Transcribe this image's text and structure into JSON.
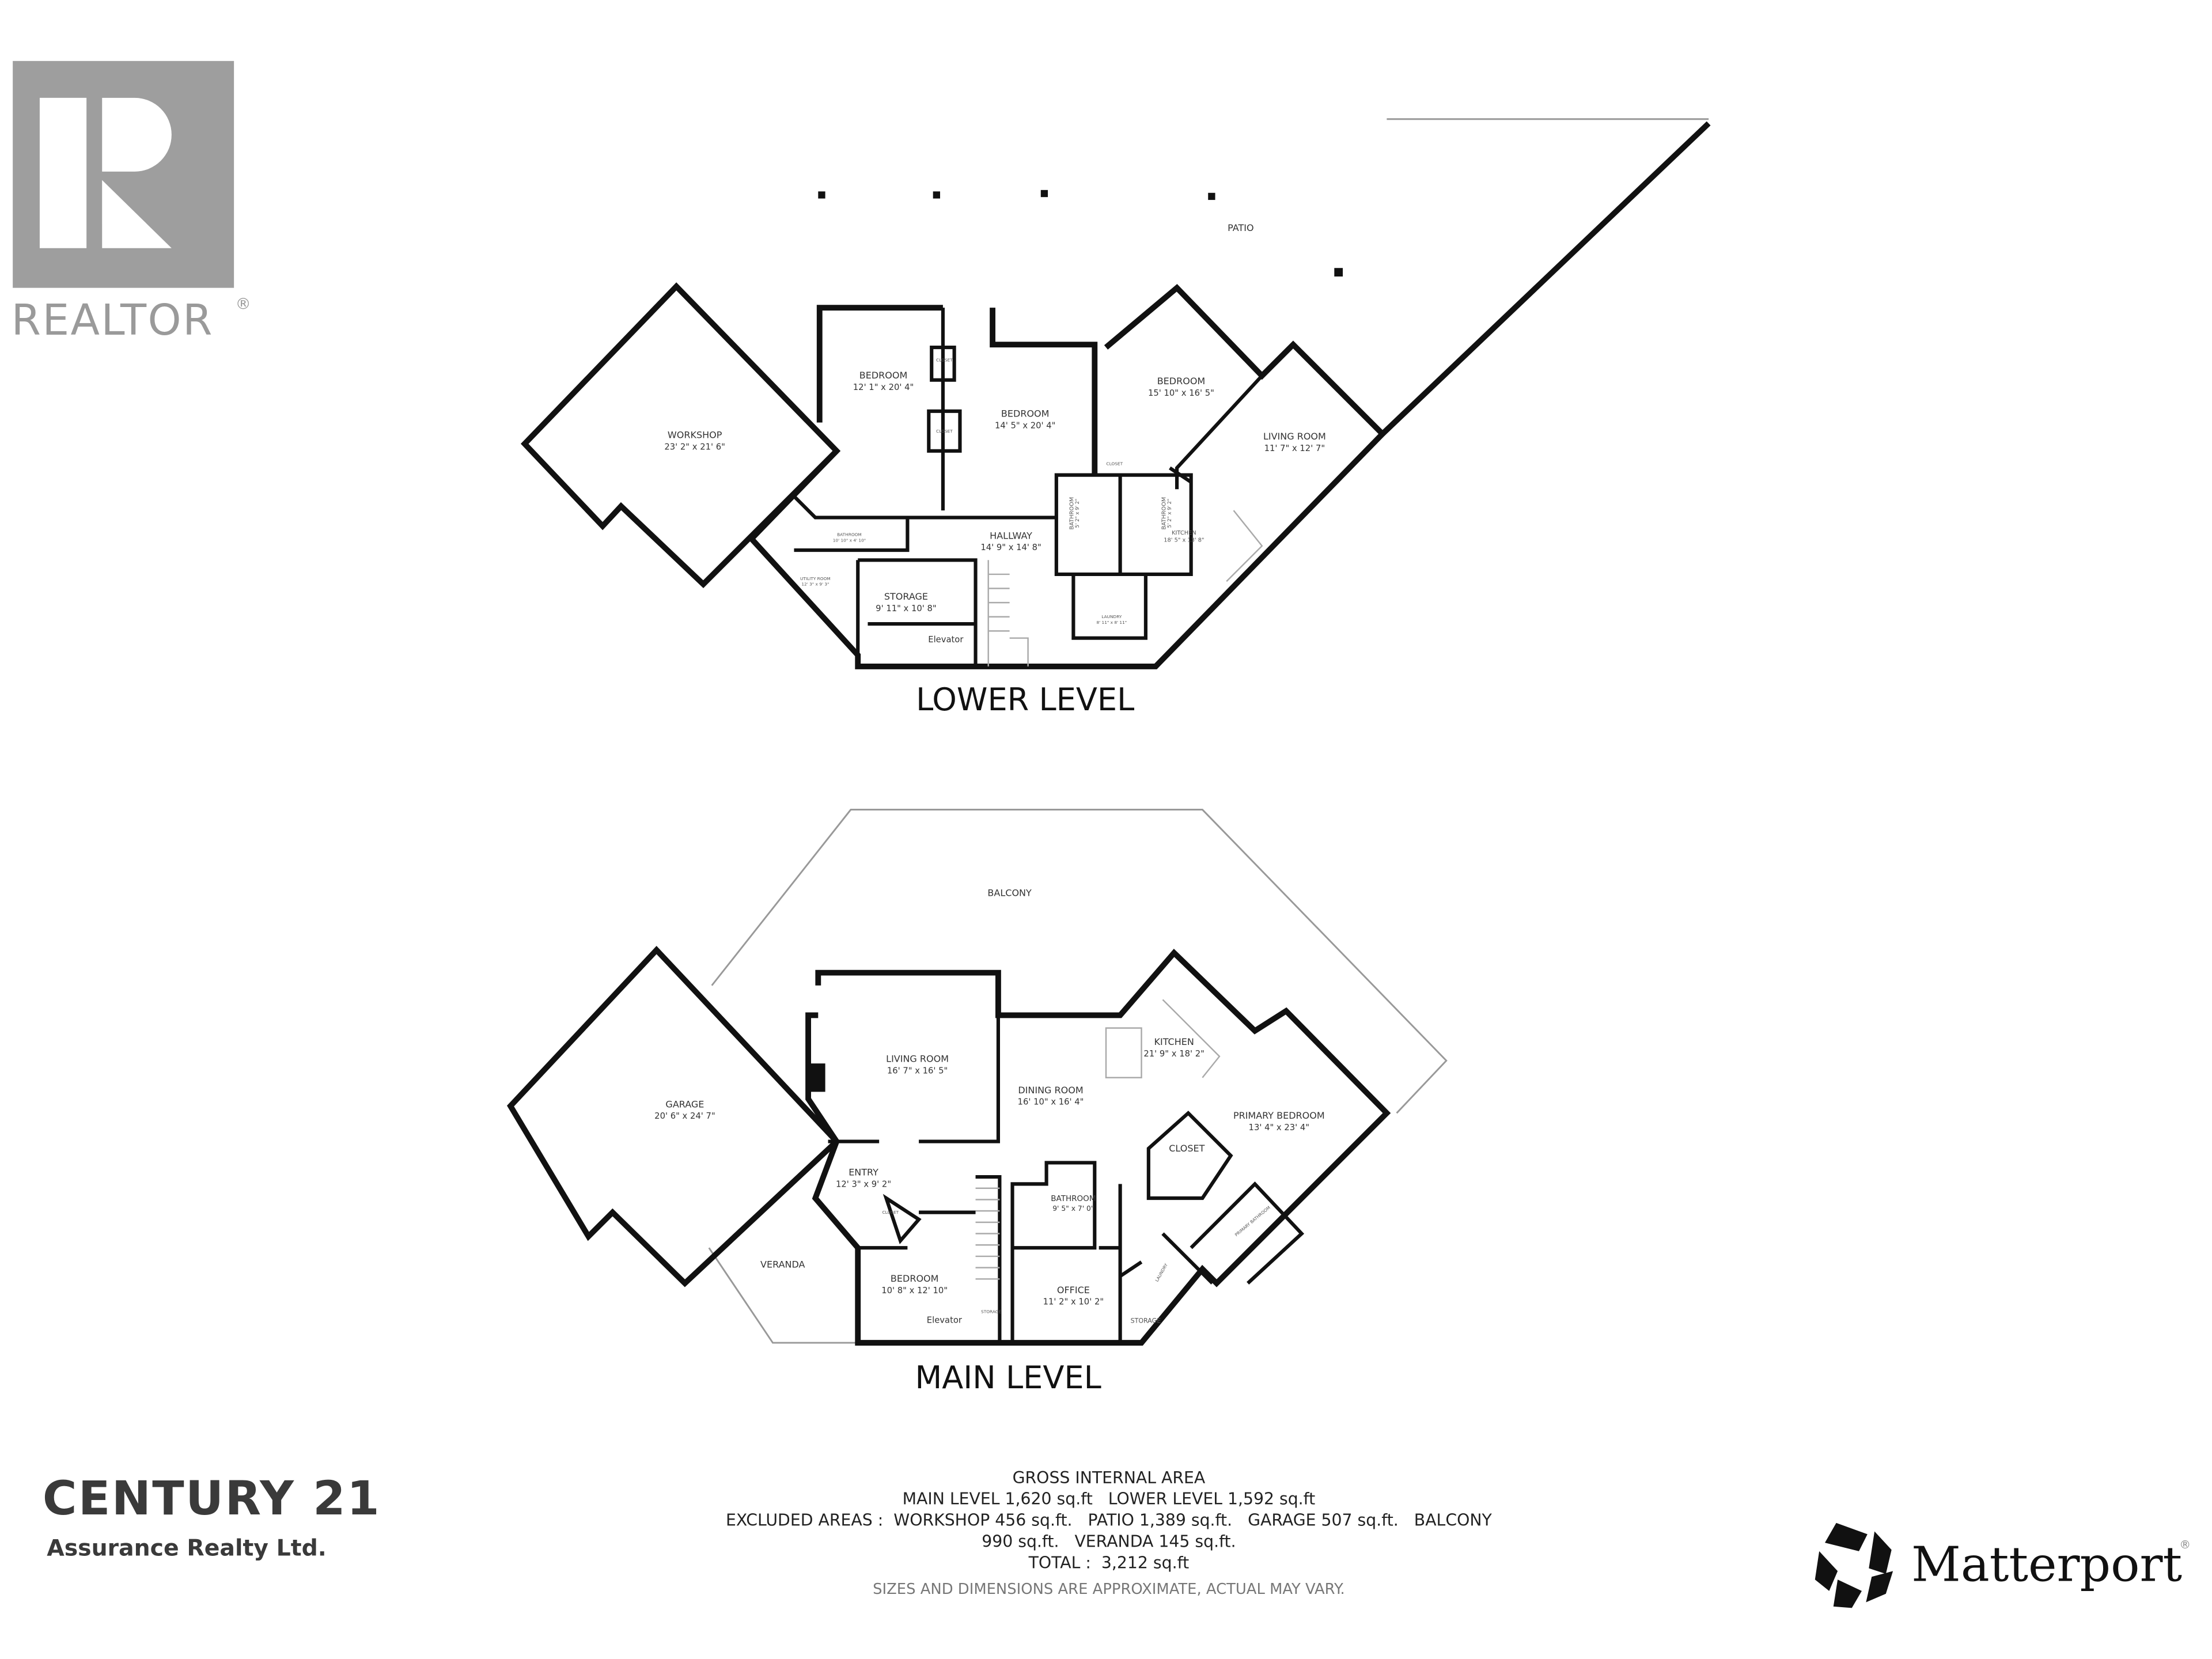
{
  "logos": {
    "realtor": "REALTOR",
    "realtor_mark": "®",
    "brokerage_name": "CENTURY 21",
    "brokerage_sub": "Assurance Realty Ltd.",
    "matterport": "Matterport",
    "matterport_mark": "®"
  },
  "lower_level": {
    "title": "LOWER LEVEL",
    "patio": "PATIO",
    "rooms": [
      {
        "name": "WORKSHOP",
        "dims": "23' 2\" x 21' 6\""
      },
      {
        "name": "BEDROOM",
        "dims": "12' 1\" x 20' 4\""
      },
      {
        "name": "BEDROOM",
        "dims": "14' 5\" x 20' 4\""
      },
      {
        "name": "BEDROOM",
        "dims": "15' 10\" x 16' 5\""
      },
      {
        "name": "LIVING ROOM",
        "dims": "11' 7\" x 12' 7\""
      },
      {
        "name": "BATHROOM",
        "dims": "10' 10\" x 4' 10\""
      },
      {
        "name": "HALLWAY",
        "dims": "14' 9\" x 14' 8\""
      },
      {
        "name": "BATHROOM",
        "dims": "5' 2\" x 9' 2\""
      },
      {
        "name": "BATHROOM",
        "dims": "5' 2\" x 9' 2\""
      },
      {
        "name": "KITCHEN",
        "dims": "18' 5\" x 13' 8\""
      },
      {
        "name": "UTILITY ROOM",
        "dims": "12' 3\" x 9' 3\""
      },
      {
        "name": "STORAGE",
        "dims": "9' 11\" x 10' 8\""
      },
      {
        "name": "Elevator",
        "dims": ""
      },
      {
        "name": "LAUNDRY",
        "dims": "8' 11\" x 8' 11\""
      },
      {
        "name": "CLOSET",
        "dims": ""
      },
      {
        "name": "CLOSET",
        "dims": ""
      },
      {
        "name": "CLOSET",
        "dims": ""
      }
    ]
  },
  "main_level": {
    "title": "MAIN LEVEL",
    "balcony": "BALCONY",
    "rooms": [
      {
        "name": "GARAGE",
        "dims": "20' 6\" x 24' 7\""
      },
      {
        "name": "LIVING ROOM",
        "dims": "16' 7\" x 16' 5\""
      },
      {
        "name": "DINING ROOM",
        "dims": "16' 10\" x 16' 4\""
      },
      {
        "name": "KITCHEN",
        "dims": "21' 9\" x 18' 2\""
      },
      {
        "name": "PRIMARY BEDROOM",
        "dims": "13' 4\" x 23' 4\""
      },
      {
        "name": "CLOSET",
        "dims": ""
      },
      {
        "name": "ENTRY",
        "dims": "12' 3\" x 9' 2\""
      },
      {
        "name": "BATHROOM",
        "dims": "9' 5\" x 7' 0\""
      },
      {
        "name": "PRIMARY BATHROOM",
        "dims": ""
      },
      {
        "name": "CLOSET",
        "dims": ""
      },
      {
        "name": "VERANDA",
        "dims": ""
      },
      {
        "name": "BEDROOM",
        "dims": "10' 8\" x 12' 10\""
      },
      {
        "name": "Elevator",
        "dims": ""
      },
      {
        "name": "STORAGE",
        "dims": ""
      },
      {
        "name": "OFFICE",
        "dims": "11' 2\" x 10' 2\""
      },
      {
        "name": "LAUNDRY",
        "dims": ""
      },
      {
        "name": "STORAGE",
        "dims": ""
      }
    ]
  },
  "area_summary": {
    "heading": "GROSS INTERNAL AREA",
    "line1": "MAIN LEVEL 1,620 sq.ft   LOWER LEVEL 1,592 sq.ft",
    "line2": "EXCLUDED AREAS :  WORKSHOP 456 sq.ft.   PATIO 1,389 sq.ft.   GARAGE 507 sq.ft.   BALCONY",
    "line3": "990 sq.ft.   VERANDA 145 sq.ft.",
    "total": "TOTAL :  3,212 sq.ft",
    "disclaimer": "SIZES AND DIMENSIONS ARE APPROXIMATE, ACTUAL MAY VARY."
  },
  "colors": {
    "walls": "#111111",
    "realtor_gray": "#9a9a9a",
    "text": "#222222"
  }
}
